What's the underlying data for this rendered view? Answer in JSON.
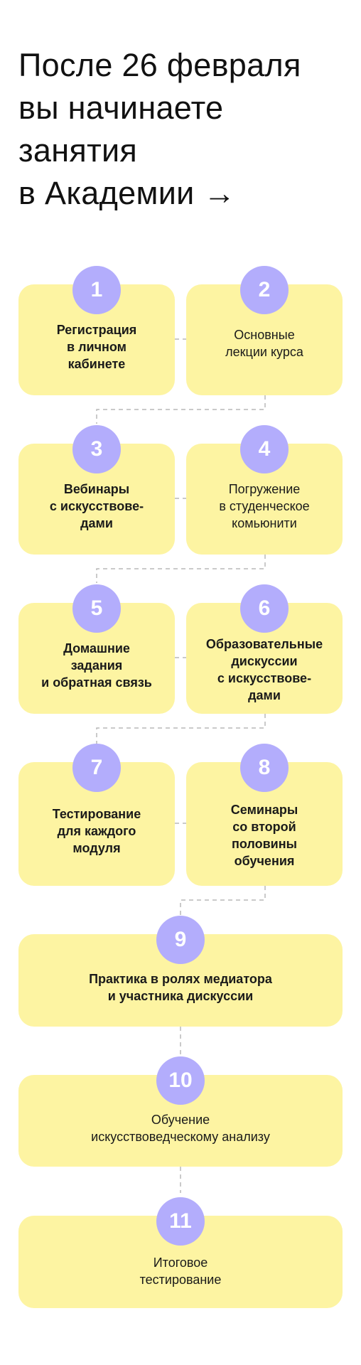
{
  "title": {
    "line1": "После 26 февраля",
    "line2": "вы начинаете",
    "line3": "занятия",
    "line4": "в Академии →"
  },
  "colors": {
    "card": "#fdf4a2",
    "badge": "#b3adfc",
    "badge_text": "#ffffff",
    "connector": "#b9b9b9"
  },
  "steps": [
    {
      "number": "1",
      "text": "Регистрация\nв личном\nкабинете",
      "bold": true
    },
    {
      "number": "2",
      "text": "Основные\nлекции курса",
      "bold": false
    },
    {
      "number": "3",
      "text": "Вебинары\nс искусствове-\nдами",
      "bold": true
    },
    {
      "number": "4",
      "text": "Погружение\nв студенческое\nкомьюнити",
      "bold": false
    },
    {
      "number": "5",
      "text": "Домашние\nзадания\nи обратная связь",
      "bold": true
    },
    {
      "number": "6",
      "text": "Образовательные\nдискуссии\nс искусствове-\nдами",
      "bold": true
    },
    {
      "number": "7",
      "text": "Тестирование\nдля каждого\nмодуля",
      "bold": true
    },
    {
      "number": "8",
      "text": "Семинары\nсо второй\nполовины\nобучения",
      "bold": true
    },
    {
      "number": "9",
      "text": "Практика в ролях медиатора\nи участника дискуссии",
      "bold": true
    },
    {
      "number": "10",
      "text": "Обучение\nискусствоведческому анализу",
      "bold": false
    },
    {
      "number": "11",
      "text": "Итоговое\nтестирование",
      "bold": false
    }
  ]
}
